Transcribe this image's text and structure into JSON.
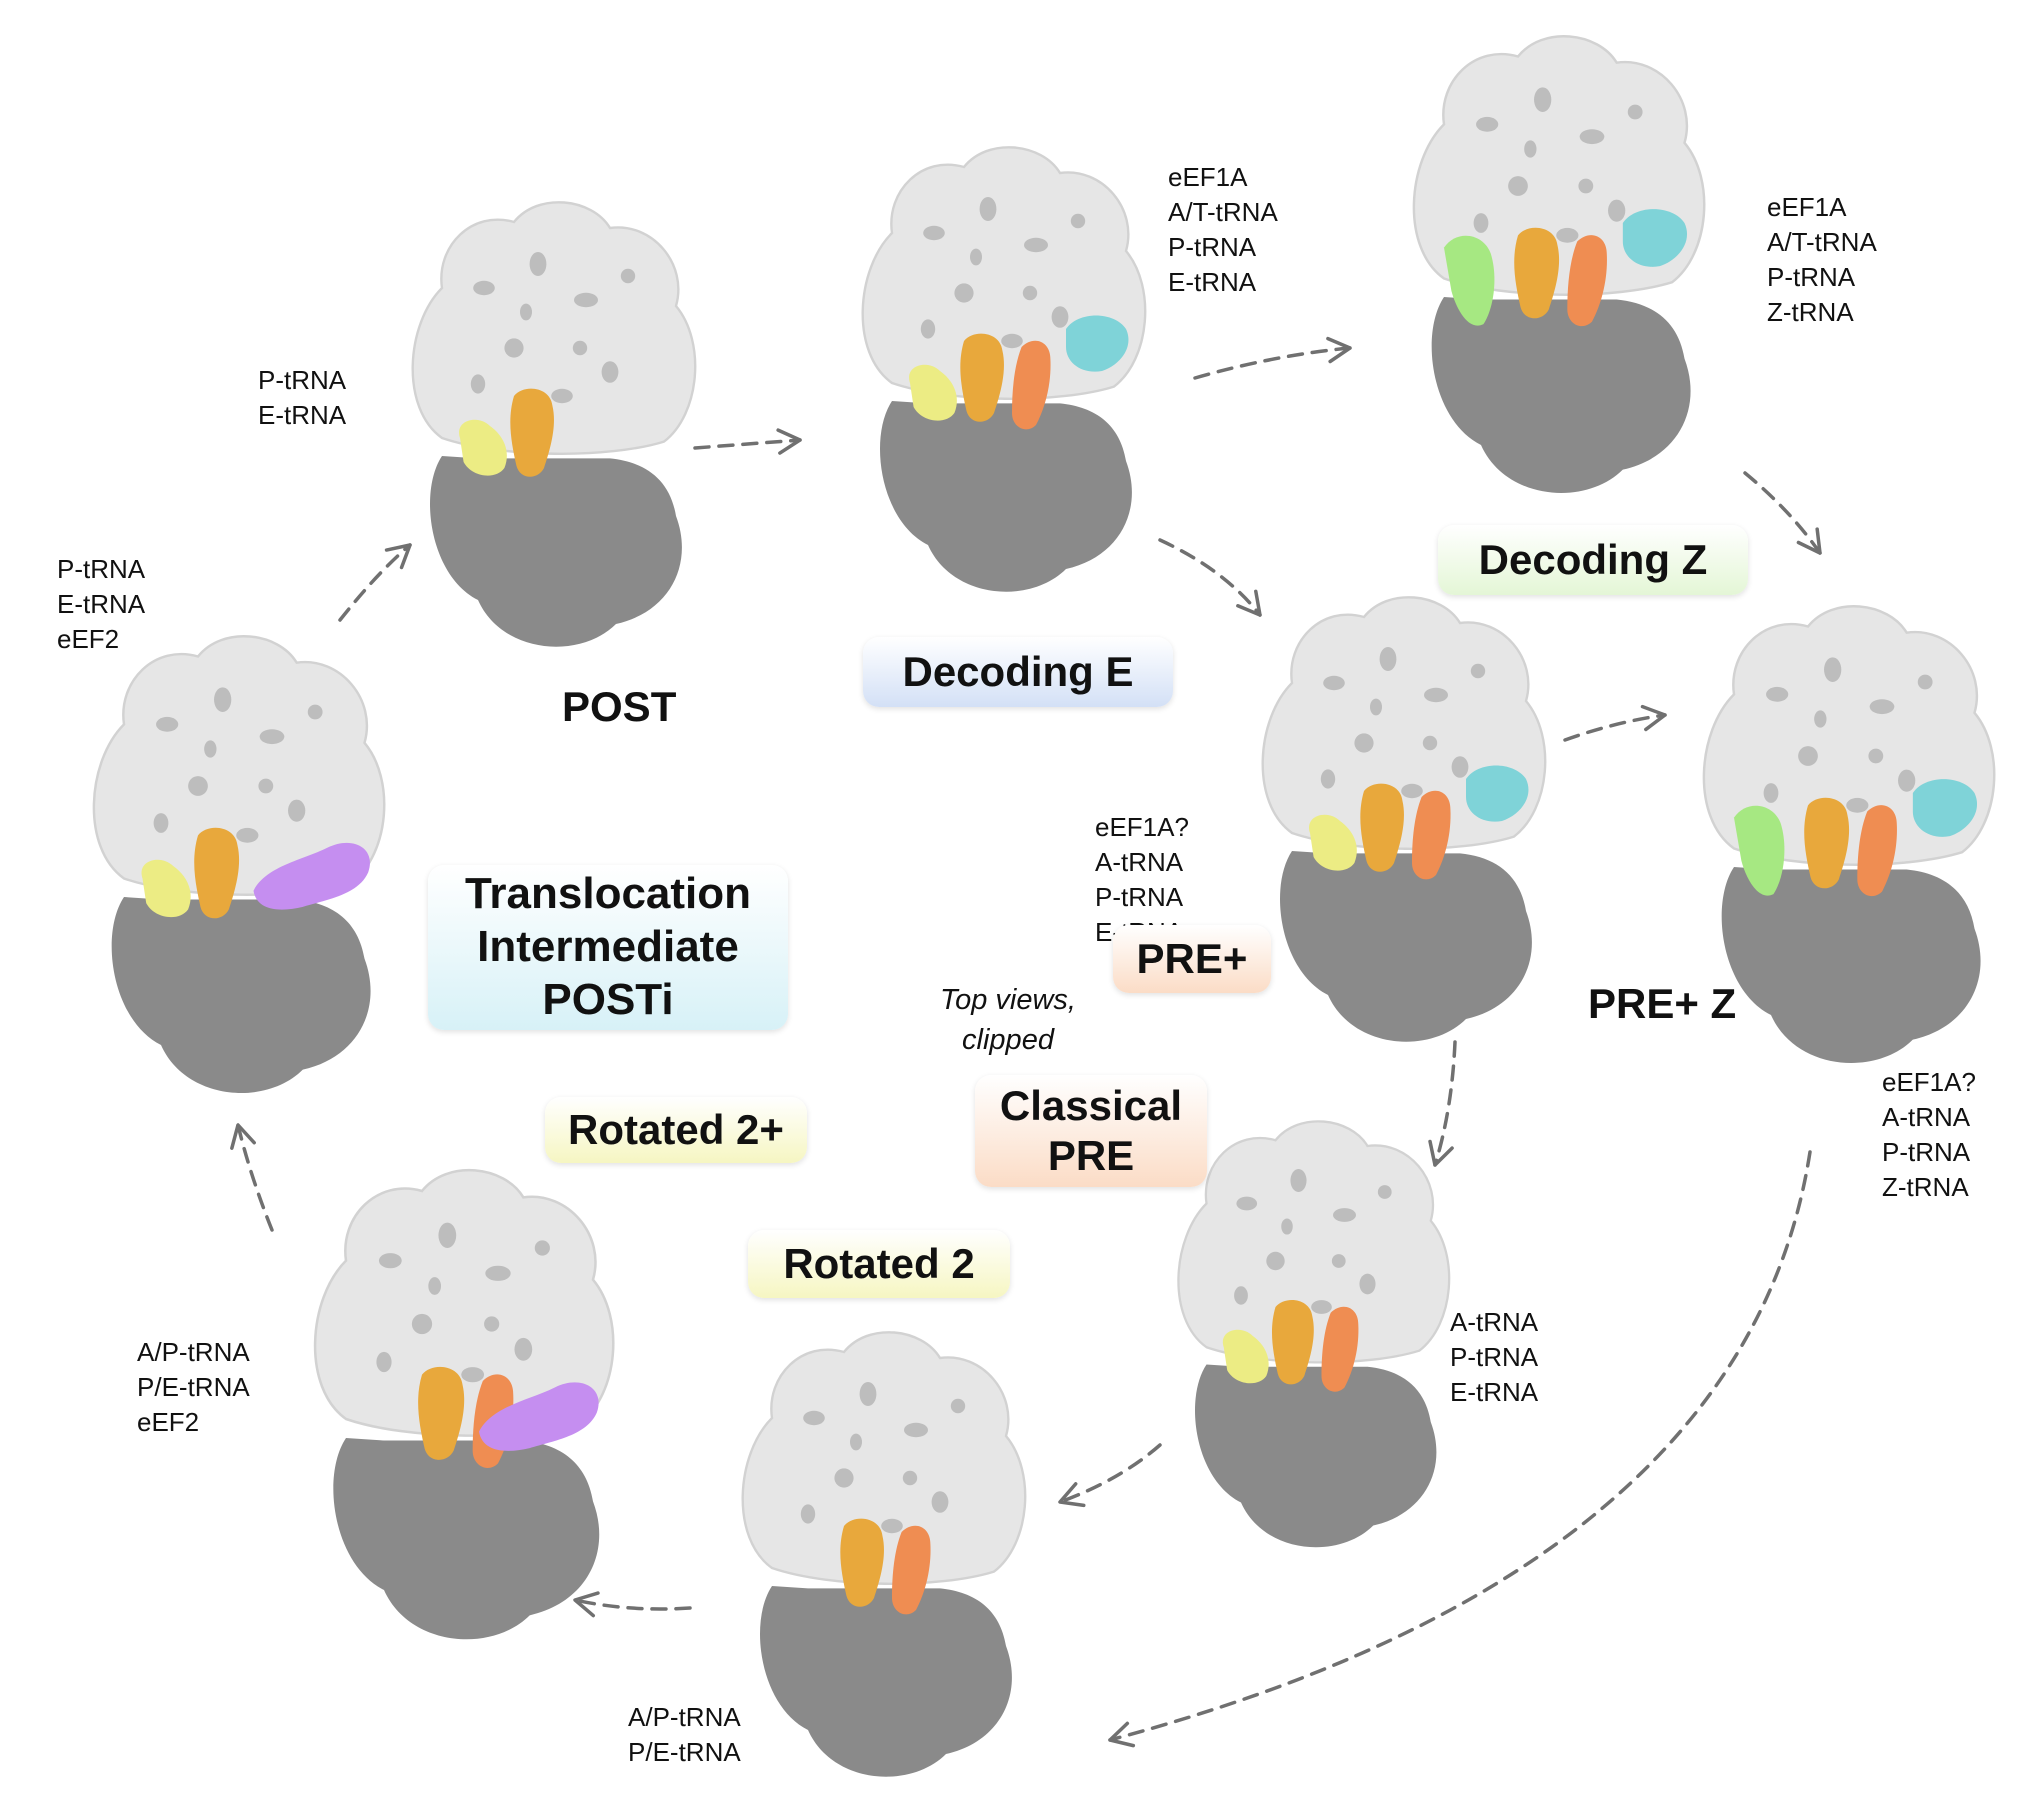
{
  "colors": {
    "large_subunit": "#e6e6e6",
    "small_subunit": "#8a8a8a",
    "e_trna": "#ecec84",
    "p_trna": "#e8a83c",
    "a_trna": "#ef8d52",
    "eef1a": "#7fd3d8",
    "z_trna": "#a6e882",
    "eef2": "#c58ef0",
    "arrow": "#707070"
  },
  "states": {
    "post": {
      "title": "POST",
      "components": [
        "P-tRNA",
        "E-tRNA"
      ]
    },
    "decoding_e": {
      "title": "Decoding E",
      "bg": "#d3e0f6",
      "components": [
        "eEF1A",
        "A/T-tRNA",
        "P-tRNA",
        "E-tRNA"
      ]
    },
    "decoding_z": {
      "title": "Decoding Z",
      "bg": "#e4f6d6",
      "components": [
        "eEF1A",
        "A/T-tRNA",
        "P-tRNA",
        "Z-tRNA"
      ]
    },
    "pre_plus": {
      "title": "PRE+",
      "bg": "#fbdcc6",
      "components": [
        "eEF1A?",
        "A-tRNA",
        "P-tRNA",
        "E-tRNA"
      ]
    },
    "pre_plus_z": {
      "title": "PRE+ Z",
      "components": [
        "eEF1A?",
        "A-tRNA",
        "P-tRNA",
        "Z-tRNA"
      ]
    },
    "classical_pre": {
      "title_line1": "Classical",
      "title_line2": "PRE",
      "bg": "#fbdcc6",
      "components": [
        "A-tRNA",
        "P-tRNA",
        "E-tRNA"
      ]
    },
    "rotated_2": {
      "title": "Rotated 2",
      "bg": "#f6f6c2",
      "components": [
        "A/P-tRNA",
        "P/E-tRNA"
      ]
    },
    "rotated_2_plus": {
      "title": "Rotated 2+",
      "bg": "#f6f6c2",
      "components": [
        "A/P-tRNA",
        "P/E-tRNA",
        "eEF2"
      ]
    },
    "posti": {
      "title_line1": "Translocation",
      "title_line2": "Intermediate",
      "title_line3": "POSTi",
      "bg": "#d7f1f7",
      "components": [
        "P-tRNA",
        "E-tRNA",
        "eEF2"
      ]
    }
  },
  "note": {
    "line1": "Top views,",
    "line2": "clipped"
  }
}
